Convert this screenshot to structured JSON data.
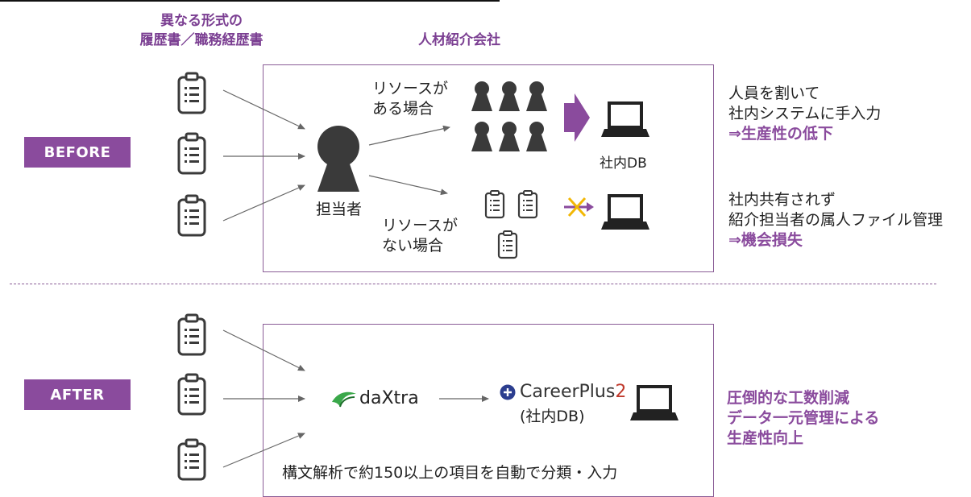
{
  "header": {
    "resume_line1": "異なる形式の",
    "resume_line2": "履歴書／職務経歴書",
    "company": "人材紹介会社"
  },
  "before": {
    "badge": "BEFORE",
    "person_label": "担当者",
    "with_resources_line1": "リソースが",
    "with_resources_line2": "ある場合",
    "no_resources_line1": "リソースが",
    "no_resources_line2": "ない場合",
    "db_label": "社内DB",
    "note1_line1": "人員を割いて",
    "note1_line2": "社内システムに手入力",
    "note1_result": "⇒生産性の低下",
    "note2_line1": "社内共有されず",
    "note2_line2": "紹介担当者の属人ファイル管理",
    "note2_result": "⇒機会損失"
  },
  "after": {
    "badge": "AFTER",
    "daxtra_logo": "daXtra",
    "careerplus_main": "CareerPlus",
    "careerplus_num": "2",
    "db_label": "(社内DB)",
    "caption": "構文解析で約150以上の項目を自動で分類・入力",
    "result_line1": "圧倒的な工数削減",
    "result_line2": "データ一元管理による",
    "result_line3": "生産性向上"
  },
  "colors": {
    "accent": "#8a4b9d",
    "icon": "#3a3a3a",
    "arrow": "#666666",
    "cross": "#f2b705"
  }
}
